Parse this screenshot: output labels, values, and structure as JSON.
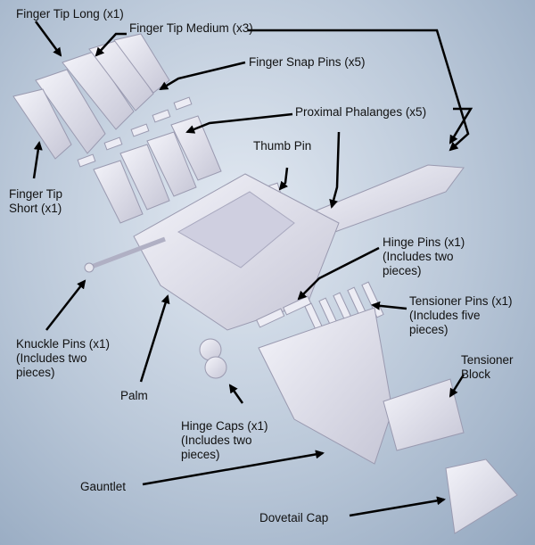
{
  "labels": {
    "finger_tip_long": "Finger Tip Long (x1)",
    "finger_tip_medium": "Finger Tip Medium (x3)",
    "finger_snap_pins": "Finger Snap Pins (x5)",
    "proximal_phalanges": "Proximal Phalanges (x5)",
    "thumb_pin": "Thumb Pin",
    "finger_tip_short": "Finger Tip\nShort (x1)",
    "hinge_pins": "Hinge Pins (x1)\n(Includes two\npieces)",
    "tensioner_pins": "Tensioner Pins (x1)\n(Includes five\npieces)",
    "knuckle_pins": "Knuckle Pins (x1)\n(Includes two\npieces)",
    "tensioner_block": "Tensioner\nBlock",
    "palm": "Palm",
    "hinge_caps": "Hinge Caps (x1)\n(Includes two\npieces)",
    "gauntlet": "Gauntlet",
    "dovetail_cap": "Dovetail Cap"
  },
  "colors": {
    "background": "#b9c7d8",
    "part_fill": "#e8e8f0",
    "part_shade": "#b8b8c8",
    "arrow": "#000000"
  }
}
